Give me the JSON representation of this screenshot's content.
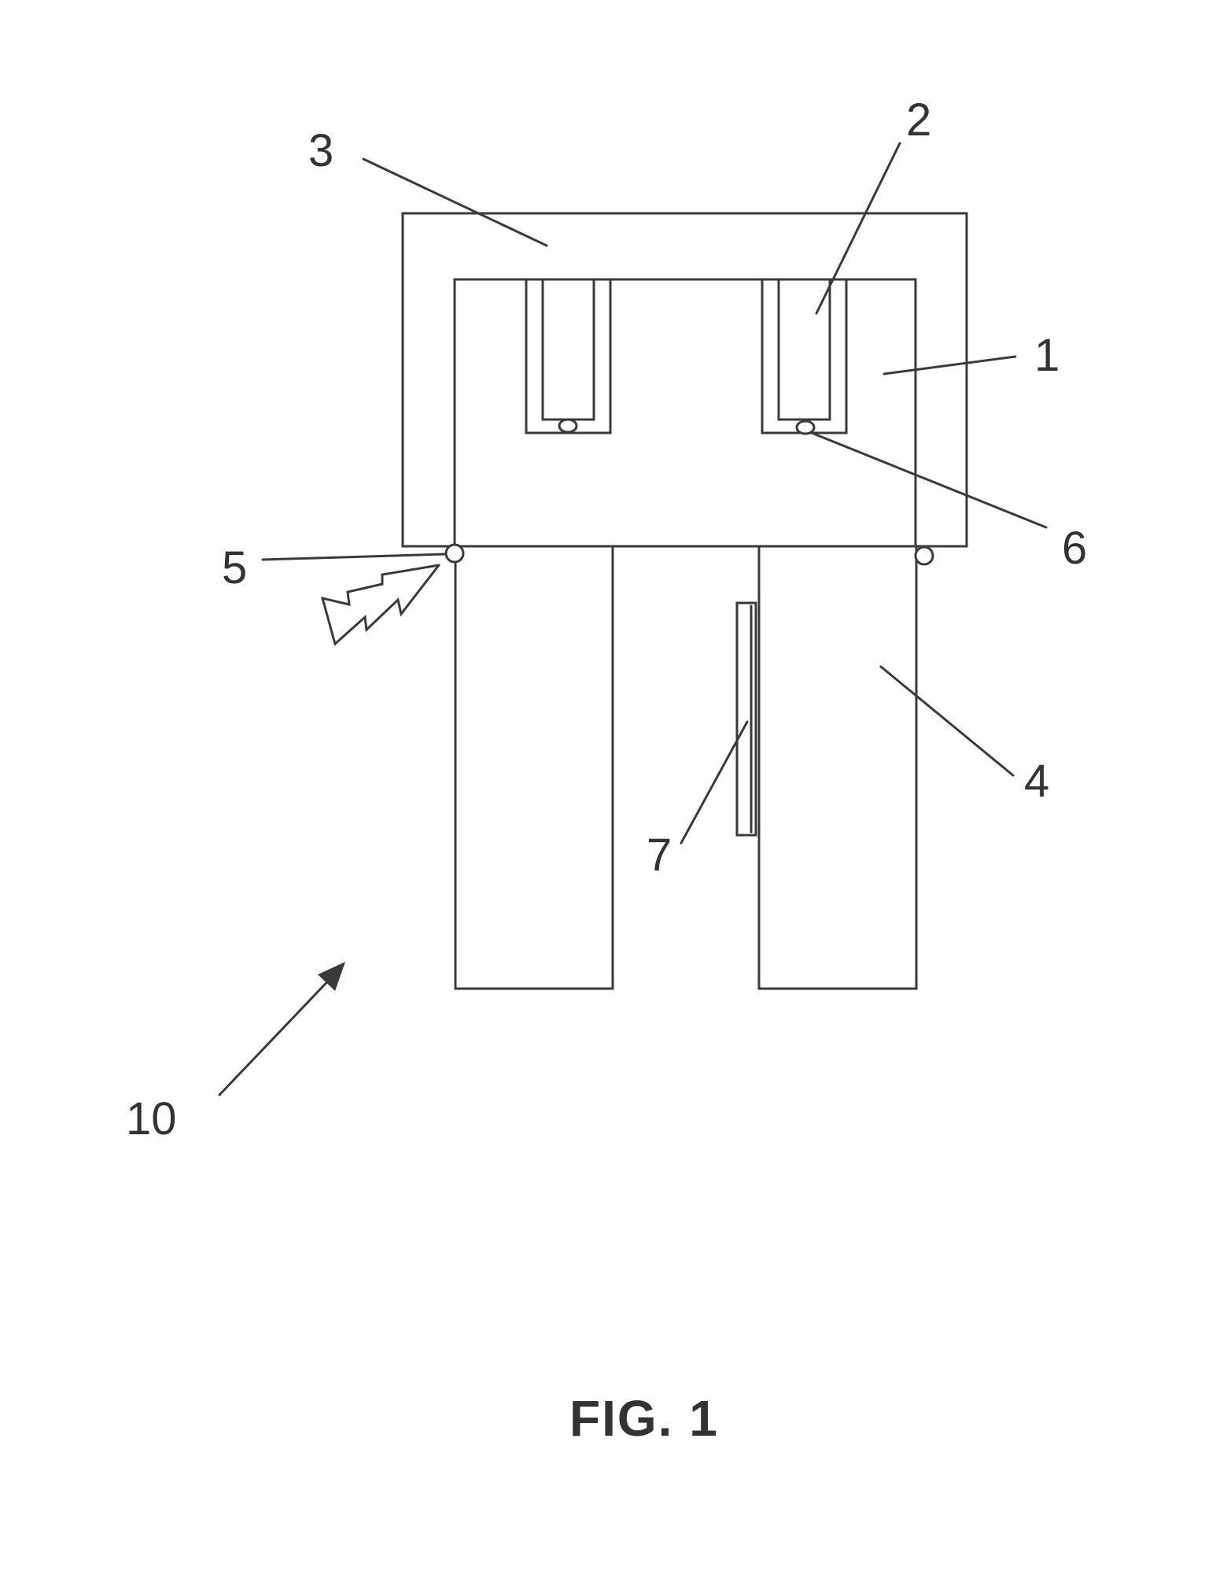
{
  "figure": {
    "caption": "FIG. 1",
    "labels": {
      "ref_1": "1",
      "ref_2": "2",
      "ref_3": "3",
      "ref_4": "4",
      "ref_5": "5",
      "ref_6": "6",
      "ref_7": "7",
      "ref_10": "10"
    }
  }
}
